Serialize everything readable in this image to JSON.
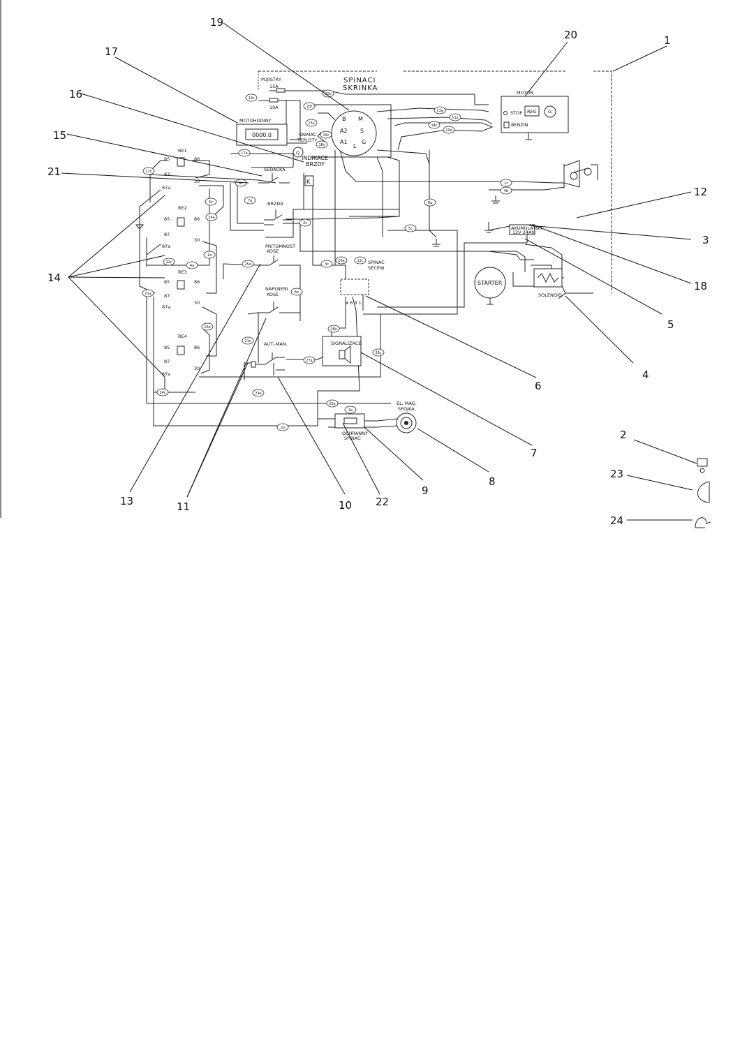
{
  "callouts": [
    "1",
    "2",
    "3",
    "4",
    "5",
    "6",
    "7",
    "8",
    "9",
    "10",
    "11",
    "12",
    "13",
    "14",
    "15",
    "16",
    "17",
    "18",
    "19",
    "20",
    "21",
    "22",
    "23",
    "24"
  ],
  "components": {
    "spinaci_skrinka": [
      "SPINACI",
      "SKRINKA"
    ],
    "pojistky": "POJISTKY",
    "fuse_15a": "15A",
    "fuse_10a": "10A",
    "motohodiny": "MOTOHODINY",
    "hour_counter_value": "0000.0",
    "indikace_brzdy": [
      "INDIKACE",
      "BRZDY"
    ],
    "motor": "MOTOR",
    "stop": "STOP",
    "reg": "REG",
    "benzin": "BENZIN",
    "sedacka": "SEDACKA",
    "brzda": "BRZDA",
    "pritomnost_kose": [
      "PRITOMNOST",
      "KOSE"
    ],
    "naplneni_kose": [
      "NAPLNENI",
      "KOSE"
    ],
    "aut_man": "AUT.-MAN.",
    "signalizace": "SIGNALIZACE",
    "spinac_seceni": [
      "SPINAC",
      "SECENI"
    ],
    "el_mag_spojka": [
      "EL. MAG.",
      "SPOJKA"
    ],
    "ochranny_spinac": [
      "OCHRANNY",
      "SPINAC"
    ],
    "starter": "STARTER",
    "solenoid": "SOLENOID",
    "akumulator": [
      "AKUMULATOR",
      "12V 24Ah"
    ],
    "relays": [
      "RE1",
      "RE2",
      "RE3",
      "RE4"
    ],
    "relay_pins": [
      "85",
      "86",
      "87",
      "87a",
      "30"
    ],
    "ignition_pins": [
      "B",
      "M",
      "A2",
      "S",
      "A1",
      "L",
      "G"
    ]
  },
  "wire_tags": [
    "19c",
    "20e",
    "20f",
    "23a",
    "15c",
    "18c",
    "17a",
    "13a",
    "11e",
    "14c",
    "10a",
    "11c",
    "9c",
    "7a",
    "6c",
    "8a",
    "5c",
    "2c",
    "24a",
    "22c",
    "1a",
    "4a",
    "3c",
    "26a",
    "12c",
    "25a",
    "21a",
    "16e",
    "6e",
    "21c",
    "28a",
    "27a",
    "26c",
    "24c",
    "29a",
    "20a",
    "3a",
    "2a",
    "1c",
    "4b"
  ]
}
